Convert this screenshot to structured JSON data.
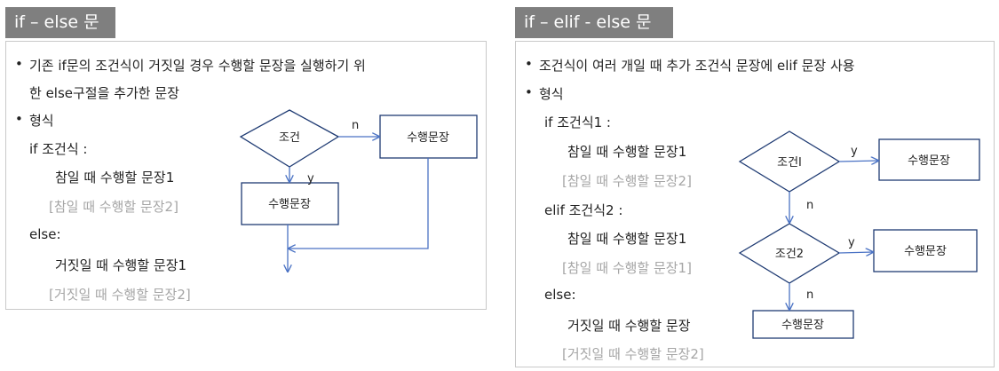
{
  "left": {
    "tab_title": "if – else 문",
    "bullet1_line1": "기존 if문의 조건식이 거짓일 경우 수행할 문장을 실행하기 위",
    "bullet1_line2": "한 else구절을 추가한 문장",
    "bullet2": "형식",
    "code": [
      {
        "text": "if 조건식 :",
        "muted": false
      },
      {
        "text": "참일 때 수행할 문장1",
        "muted": false
      },
      {
        "text": "[참일 때 수행할 문장2]",
        "muted": true
      },
      {
        "text": "else:",
        "muted": false
      },
      {
        "text": "거짓일 때 수행할 문장1",
        "muted": false
      },
      {
        "text": "[거짓일 때 수행할 문장2]",
        "muted": true
      }
    ],
    "flow": {
      "decision": "조건",
      "action_no": "수행문장",
      "action_yes": "수행문장",
      "label_no": "n",
      "label_yes": "y"
    }
  },
  "right": {
    "tab_title": "if – elif - else 문",
    "bullet1": "조건식이 여러 개일 때 추가 조건식 문장에 elif 문장 사용",
    "bullet2": "형식",
    "code": [
      {
        "text": "if 조건식1 :",
        "muted": false
      },
      {
        "text": "참일 때 수행할 문장1",
        "muted": false
      },
      {
        "text": "[참일 때 수행할 문장2]",
        "muted": true
      },
      {
        "text": "elif 조건식2 :",
        "muted": false
      },
      {
        "text": "참일 때 수행할 문장1",
        "muted": false
      },
      {
        "text": "[참일 때 수행할 문장1]",
        "muted": true
      },
      {
        "text": "else:",
        "muted": false
      },
      {
        "text": "거짓일 때 수행할 문장",
        "muted": false
      },
      {
        "text": "[거짓일 때 수행할 문장2]",
        "muted": true
      }
    ],
    "flow": {
      "decision1": "조건I",
      "decision2": "조건2",
      "action1": "수행문장",
      "action2": "수행문장",
      "action3": "수행문장",
      "label_y1": "y",
      "label_n1": "n",
      "label_y2": "y",
      "label_n2": "n"
    }
  },
  "colors": {
    "tab": "#7f7f7f",
    "arrow": "#4a72c4",
    "border": "#c9c9c9",
    "muted": "#a6a6a6"
  }
}
